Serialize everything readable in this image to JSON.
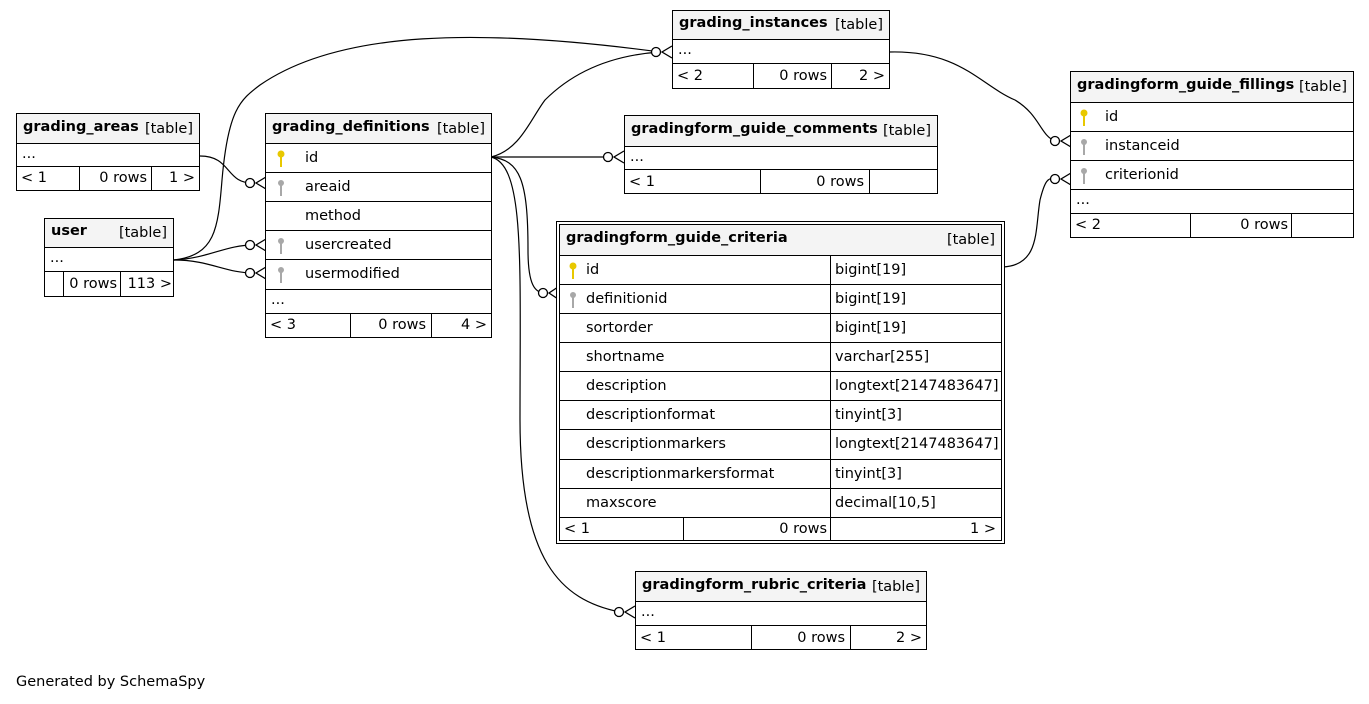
{
  "footer": {
    "generated": "Generated by SchemaSpy"
  },
  "colors": {
    "primary_key": "#e8c800",
    "foreign_key": "#a8a8a8",
    "header_bg": "#f4f4f4"
  },
  "tables": {
    "grading_instances": {
      "name": "grading_instances",
      "kind": "[table]",
      "ellipsis": "...",
      "foot": {
        "parents": "< 2",
        "rows": "0 rows",
        "children": "2 >"
      }
    },
    "gradingform_guide_fillings": {
      "name": "gradingform_guide_fillings",
      "kind": "[table]",
      "columns": [
        {
          "name": "id",
          "key": "primary-key-icon"
        },
        {
          "name": "instanceid",
          "key": "foreign-key-icon"
        },
        {
          "name": "criterionid",
          "key": "foreign-key-icon"
        }
      ],
      "ellipsis": "...",
      "foot": {
        "parents": "< 2",
        "rows": "0 rows",
        "children": ""
      }
    },
    "grading_areas": {
      "name": "grading_areas",
      "kind": "[table]",
      "ellipsis": "...",
      "foot": {
        "parents": "< 1",
        "rows": "0 rows",
        "children": "1 >"
      }
    },
    "grading_definitions": {
      "name": "grading_definitions",
      "kind": "[table]",
      "columns": [
        {
          "name": "id",
          "key": "primary-key-icon"
        },
        {
          "name": "areaid",
          "key": "foreign-key-icon"
        },
        {
          "name": "method",
          "key": ""
        },
        {
          "name": "usercreated",
          "key": "foreign-key-icon"
        },
        {
          "name": "usermodified",
          "key": "foreign-key-icon"
        }
      ],
      "ellipsis": "...",
      "foot": {
        "parents": "< 3",
        "rows": "0 rows",
        "children": "4 >"
      }
    },
    "gradingform_guide_comments": {
      "name": "gradingform_guide_comments",
      "kind": "[table]",
      "ellipsis": "...",
      "foot": {
        "parents": "< 1",
        "rows": "0 rows",
        "children": ""
      }
    },
    "user": {
      "name": "user",
      "kind": "[table]",
      "ellipsis": "...",
      "foot": {
        "parents": "",
        "rows": "0 rows",
        "children": "113 >"
      }
    },
    "gradingform_guide_criteria": {
      "name": "gradingform_guide_criteria",
      "kind": "[table]",
      "columns": [
        {
          "name": "id",
          "type": "bigint[19]",
          "key": "primary-key-icon"
        },
        {
          "name": "definitionid",
          "type": "bigint[19]",
          "key": "foreign-key-icon"
        },
        {
          "name": "sortorder",
          "type": "bigint[19]",
          "key": ""
        },
        {
          "name": "shortname",
          "type": "varchar[255]",
          "key": ""
        },
        {
          "name": "description",
          "type": "longtext[2147483647]",
          "key": ""
        },
        {
          "name": "descriptionformat",
          "type": "tinyint[3]",
          "key": ""
        },
        {
          "name": "descriptionmarkers",
          "type": "longtext[2147483647]",
          "key": ""
        },
        {
          "name": "descriptionmarkersformat",
          "type": "tinyint[3]",
          "key": ""
        },
        {
          "name": "maxscore",
          "type": "decimal[10,5]",
          "key": ""
        }
      ],
      "foot": {
        "parents": "< 1",
        "rows": "0 rows",
        "children": "1 >"
      }
    },
    "gradingform_rubric_criteria": {
      "name": "gradingform_rubric_criteria",
      "kind": "[table]",
      "ellipsis": "...",
      "foot": {
        "parents": "< 1",
        "rows": "0 rows",
        "children": "2 >"
      }
    }
  }
}
